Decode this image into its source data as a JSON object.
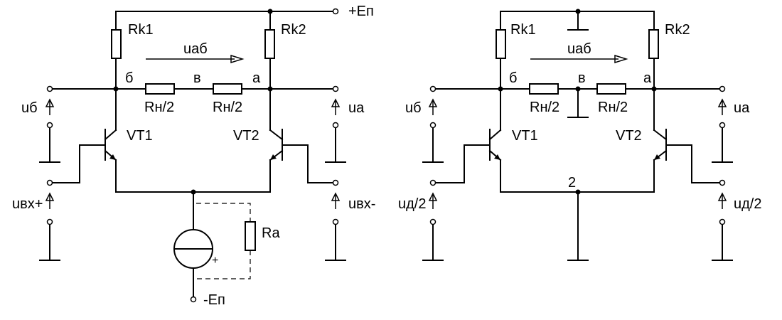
{
  "left": {
    "supply_pos": "+Еп",
    "supply_neg": "-Еп",
    "rk1": "Rk1",
    "rk2": "Rk2",
    "uab": "uаб",
    "node_b": "б",
    "node_v": "в",
    "node_a": "а",
    "rn_left": "Rн/2",
    "rn_right": "Rн/2",
    "ub": "uб",
    "ua": "uа",
    "vt1": "VT1",
    "vt2": "VT2",
    "uin_pos": "uвх+",
    "uin_neg": "uвх-",
    "ra": "Ra",
    "plus": "+"
  },
  "right": {
    "rk1": "Rk1",
    "rk2": "Rk2",
    "uab": "uаб",
    "node_b": "б",
    "node_v": "в",
    "node_a": "а",
    "rn_left": "Rн/2",
    "rn_right": "Rн/2",
    "ub": "uб",
    "ua": "uа",
    "vt1": "VT1",
    "vt2": "VT2",
    "node_2": "2",
    "ud_left": "uд/2",
    "ud_right": "uд/2"
  }
}
